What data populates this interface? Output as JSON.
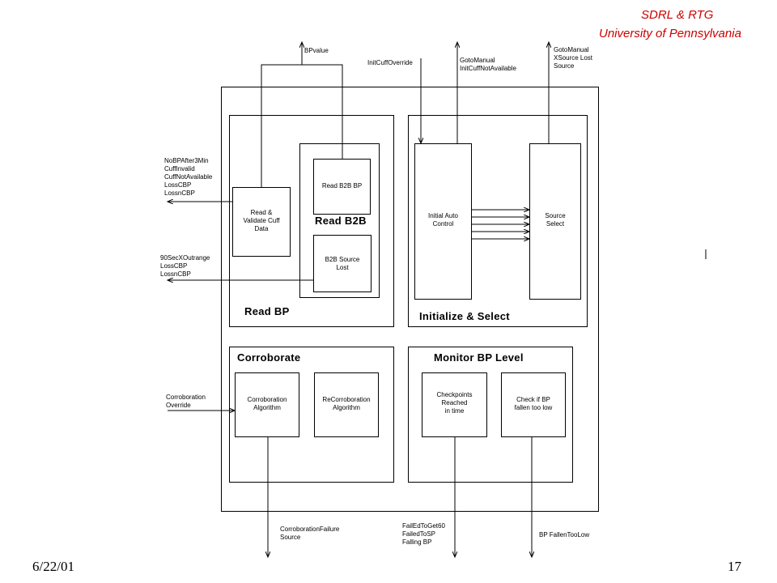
{
  "header": {
    "line1": "SDRL & RTG",
    "line2": "University of Pennsylvania",
    "color": "#cc0000"
  },
  "footer": {
    "date": "6/22/01",
    "page": "17"
  },
  "diagram": {
    "groups": {
      "read_bp": "Read BP",
      "read_b2b": "Read B2B",
      "init_select": "Initialize & Select",
      "corroborate": "Corroborate",
      "monitor": "Monitor BP Level"
    },
    "blocks": {
      "read_validate": "Read &\nValidate Cuff\nData",
      "read_b2b_bp": "Read B2B  BP",
      "b2b_source_lost": "B2B Source\nLost",
      "initial_auto": "Initial Auto\nControl",
      "source_select": "Source\nSelect",
      "corroboration_algorithm": "Corroboration\nAlgorithm",
      "recorroboration_algorithm": "ReCorroboration\nAlgorithm",
      "checkpoints": "Checkpoints\nReached\nin time",
      "check_bp": "Check if BP\nfallen too low"
    },
    "signals": {
      "bpvalue": "BPvalue",
      "init_cuff_override": "InitCuffOverride",
      "goto_manual_init": "GotoManual\nInitCuffNotAvailable",
      "goto_manual_xsource": "GotoManual\nXSource Lost\nSource",
      "nobp_list": "NoBPAfter3Min\nCuffInvalid\nCuffNotAvailable\nLossCBP\nLossnCBP",
      "outrange_list": "90SecXOutrange\nLossCBP\nLossnCBP",
      "corroboration_override": "Corroboration\nOverride",
      "corroboration_failure": "CorroborationFailure\nSource",
      "failed_list": "FailEdToGet60\nFailedToSP\nFalling BP",
      "bp_fallen_too_low": "BP FallenTooLow"
    }
  }
}
